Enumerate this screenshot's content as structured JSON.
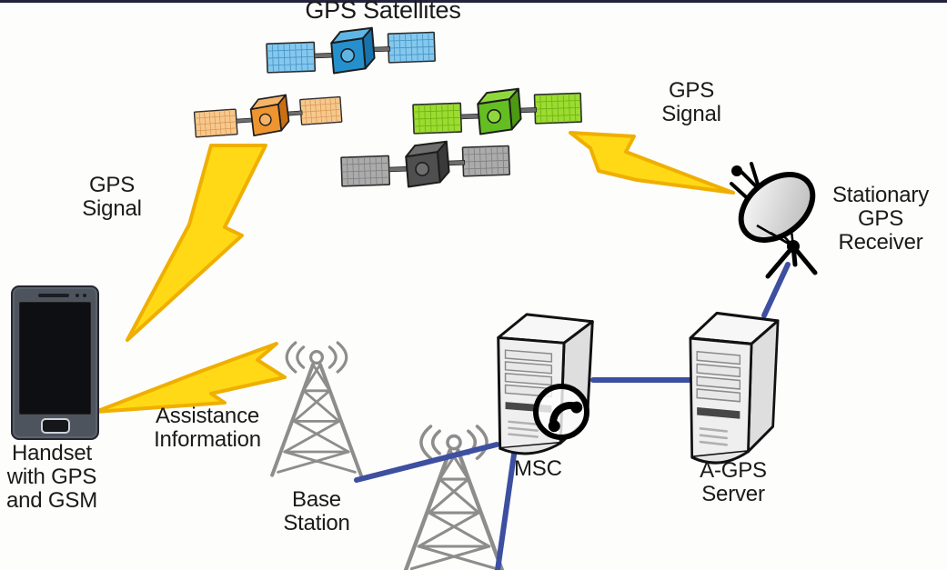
{
  "title": "GPS Satellites",
  "labels": {
    "gps_signal_left": "GPS\nSignal",
    "gps_signal_right": "GPS\nSignal",
    "stationary_gps_receiver": "Stationary\nGPS\nReceiver",
    "handset": "Handset\nwith GPS\nand GSM",
    "assistance_information": "Assistance\nInformation",
    "base_station": "Base\nStation",
    "msc": "MSC",
    "agps_server": "A-GPS\nServer"
  },
  "icons": {
    "gps_satellite": "satellite-icon",
    "lightning_bolt": "lightning-bolt-icon",
    "cell_tower": "cell-tower-icon",
    "server_tower": "server-tower-icon",
    "telephone_badge": "telephone-icon",
    "satellite_dish": "satellite-dish-icon",
    "smartphone": "smartphone-icon"
  },
  "colors": {
    "text": "#1A1A1A",
    "connection_line": "#3D4FA1",
    "bolt_fill": "#FFD816",
    "bolt_stroke": "#EFAF00",
    "tower_gray": "#8D8D8D",
    "satellite_blue": "#2491CE",
    "satellite_orange": "#EF9530",
    "satellite_green": "#64BE22",
    "satellite_gray": "#4F4F4F"
  }
}
